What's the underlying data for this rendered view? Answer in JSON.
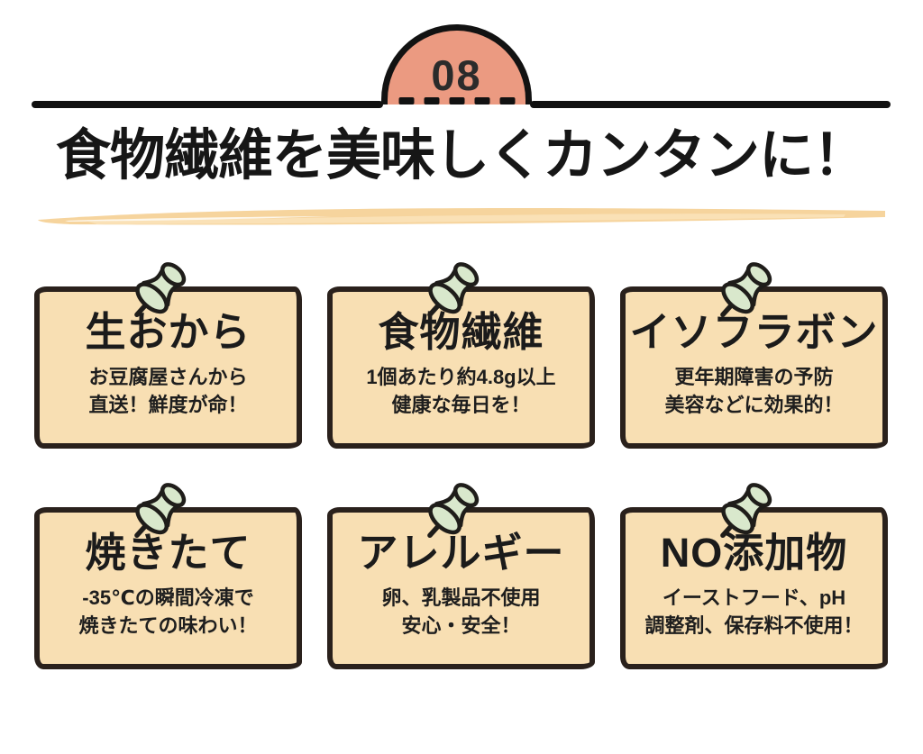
{
  "badge": {
    "number": "08"
  },
  "header": {
    "title": "食物繊維を美味しくカンタンに！"
  },
  "cards": [
    {
      "title": "生おから",
      "lines": [
        "お豆腐屋さんから",
        "直送！鮮度が命！"
      ]
    },
    {
      "title": "食物繊維",
      "lines": [
        "1個あたり約4.8g以上",
        "健康な毎日を！"
      ]
    },
    {
      "title": "イソフラボン",
      "lines": [
        "更年期障害の予防",
        "美容などに効果的！"
      ]
    },
    {
      "title": "焼きたて",
      "lines": [
        "-35℃の瞬間冷凍で",
        "焼きたての味わい！"
      ]
    },
    {
      "title": "アレルギー",
      "lines": [
        "卵、乳製品不使用",
        "安心・安全！"
      ]
    },
    {
      "title": "NO添加物",
      "lines": [
        "イーストフード、pH",
        "調整剤、保存料不使用！"
      ]
    }
  ],
  "colors": {
    "badge_fill": "#eb9a81",
    "card_fill": "#f8dfb3",
    "card_border": "#2a211c",
    "pin_fill": "#d9e8cc",
    "brush_underline": "#f6d49d",
    "ink": "#161616"
  },
  "icons": {
    "pin": "pushpin-icon"
  }
}
